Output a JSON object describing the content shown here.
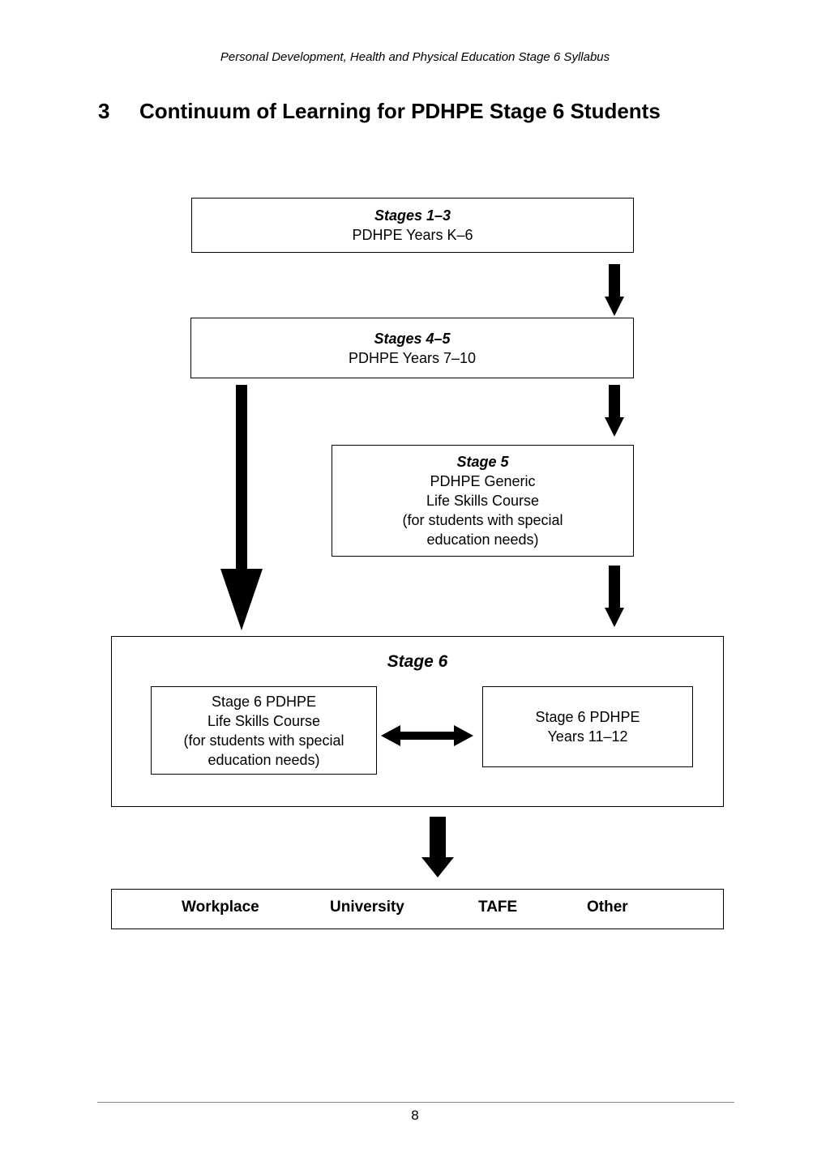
{
  "header": {
    "running_title": "Personal Development, Health and Physical Education Stage 6 Syllabus"
  },
  "section": {
    "number": "3",
    "title": "Continuum of Learning for PDHPE Stage 6 Students"
  },
  "diagram": {
    "box_stages_1_3": {
      "title": "Stages 1–3",
      "text": "PDHPE Years K–6"
    },
    "box_stages_4_5": {
      "title": "Stages 4–5",
      "text": "PDHPE Years 7–10"
    },
    "box_stage_5": {
      "title": "Stage 5",
      "lines": [
        "PDHPE Generic",
        "Life Skills Course",
        "(for students with special",
        "education needs)"
      ]
    },
    "stage_6": {
      "title": "Stage 6",
      "life_skills_lines": [
        "Stage 6 PDHPE",
        "Life Skills Course",
        "(for students with special",
        "education needs)"
      ],
      "years_lines": [
        "Stage 6 PDHPE",
        "Years 11–12"
      ]
    },
    "destinations": [
      "Workplace",
      "University",
      "TAFE",
      "Other"
    ]
  },
  "footer": {
    "page_number": "8"
  }
}
